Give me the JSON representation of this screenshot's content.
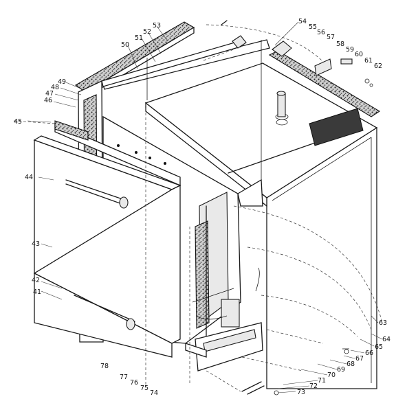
{
  "diagram": {
    "part_labels": [
      "41",
      "42",
      "43",
      "44",
      "45",
      "46",
      "47",
      "48",
      "49",
      "50",
      "51",
      "52",
      "53",
      "54",
      "55",
      "56",
      "57",
      "58",
      "59",
      "60",
      "61",
      "62",
      "63",
      "64",
      "65",
      "66",
      "67",
      "68",
      "69",
      "70",
      "71",
      "72",
      "73",
      "74",
      "75",
      "76",
      "77",
      "78"
    ]
  },
  "colors": {
    "line": "#1a1a1a",
    "background": "#ffffff",
    "shade": "#3a3a3a"
  }
}
